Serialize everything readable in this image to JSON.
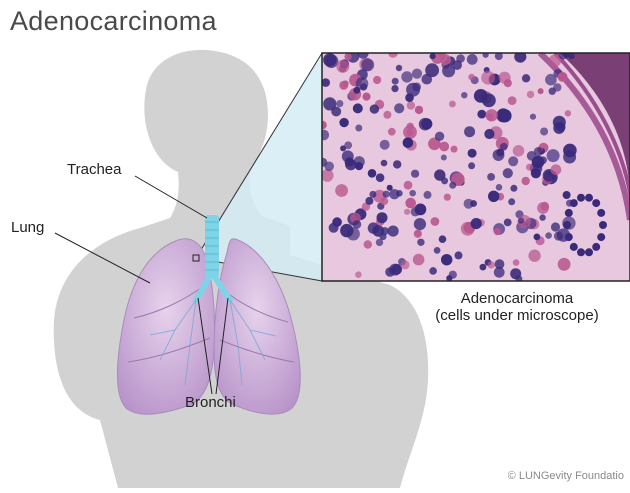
{
  "title": "Adenocarcinoma",
  "labels": {
    "trachea": "Trachea",
    "lung": "Lung",
    "bronchi": "Bronchi"
  },
  "caption": {
    "line1": "Adenocarcinoma",
    "line2": "(cells under microscope)"
  },
  "credit": "© LUNGevity Foundatio",
  "colors": {
    "body_silhouette": "#d2d2d2",
    "lung_fill": "#cbb0d6",
    "trachea": "#7fd3e6",
    "tissue_background": "#e8c8df",
    "cell_dark": "#3a2a7a",
    "cell_pink": "#b8578f",
    "zoom_cone": "#d5ecf5"
  }
}
